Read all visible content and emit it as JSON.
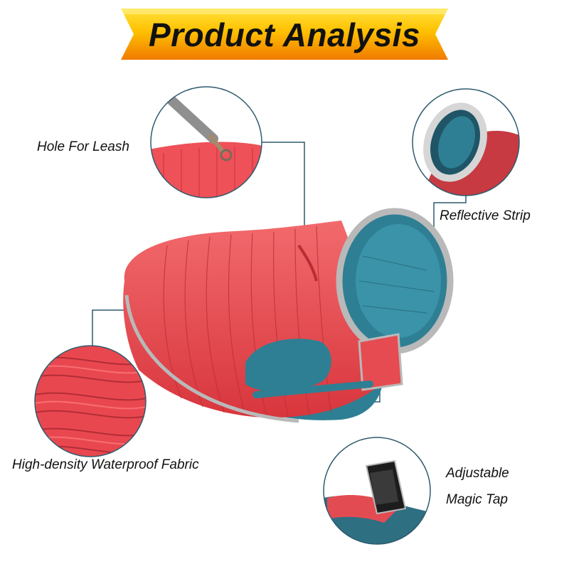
{
  "banner": {
    "title": "Product Analysis",
    "colors": {
      "ribbon_top": "#ffd61a",
      "ribbon_bottom": "#f07a00"
    }
  },
  "features": [
    {
      "label": "Hole For Leash",
      "icon": "leash-hole-closeup"
    },
    {
      "label": "Reflective Strip",
      "icon": "reflective-collar-closeup"
    },
    {
      "label": "High-density Waterproof Fabric",
      "icon": "quilted-fabric-closeup"
    },
    {
      "label_line1": "Adjustable",
      "label_line2": "Magic Tap",
      "icon": "velcro-strap-closeup"
    }
  ],
  "product": {
    "name": "dog-coat",
    "colors": {
      "shell": "#ef4f55",
      "lining": "#2e7f93",
      "reflective_trim": "#b9b9b9"
    }
  },
  "connector_color": "#2f5a6e"
}
